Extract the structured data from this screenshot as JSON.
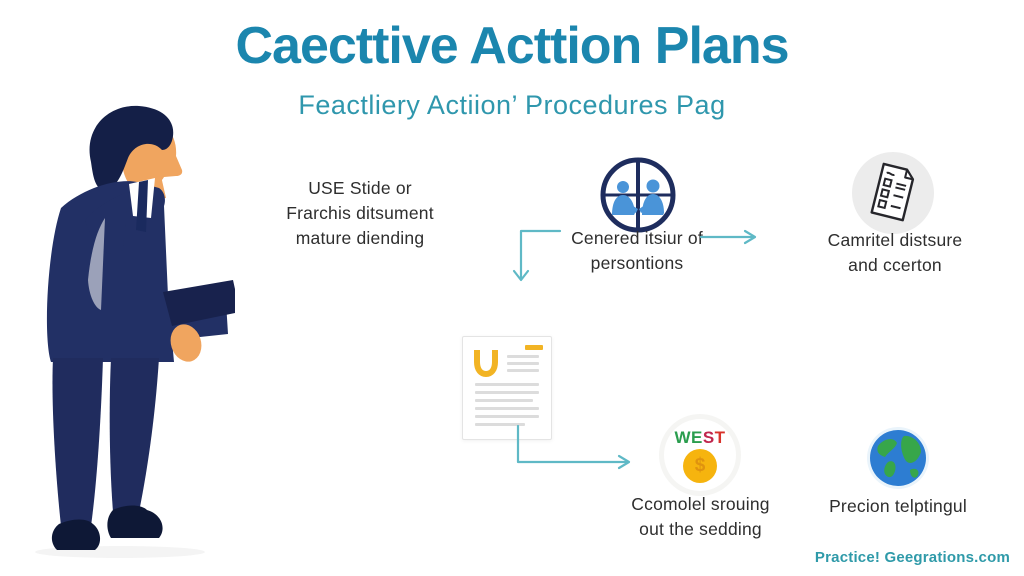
{
  "page": {
    "title": "Caecttive Acttion Plans",
    "subtitle": "Feactliery Actiion’ Procedures Pag",
    "credit": "Practice! Geegrations.com"
  },
  "left_note": {
    "lines": [
      "USE Stide or",
      "Frarchis ditsument",
      "mature diending"
    ]
  },
  "steps": {
    "meeting": {
      "icon": "people-circle-icon",
      "lines": [
        "Cenered itsiur of",
        "persontions"
      ]
    },
    "checklist": {
      "icon": "checklist-document-icon",
      "lines": [
        "Camritel distsure",
        "and ccerton"
      ]
    },
    "payout": {
      "icon": "west-coin-badge",
      "lines": [
        "Ccomolel srouing",
        "out the sedding"
      ]
    },
    "globe": {
      "icon": "globe-icon",
      "lines": [
        "Precion telptingul"
      ]
    }
  },
  "west_badge": {
    "letters": [
      {
        "ch": "W",
        "color": "#2a9d4e"
      },
      {
        "ch": "E",
        "color": "#2a9d4e"
      },
      {
        "ch": "S",
        "color": "#c0274d"
      },
      {
        "ch": "T",
        "color": "#d8322a"
      }
    ],
    "coin_symbol": "$"
  },
  "colors": {
    "title": "#1b86ae",
    "subtitle": "#2f97ad",
    "arrow": "#5fb9c6",
    "suit_navy": "#223065",
    "hair_navy": "#141f47",
    "skin": "#f0a55f",
    "gold": "#f2b424",
    "globe_blue": "#2d7dd2",
    "globe_green": "#37a64a",
    "text": "#2e2e2e",
    "credit": "#2f9aa9"
  }
}
